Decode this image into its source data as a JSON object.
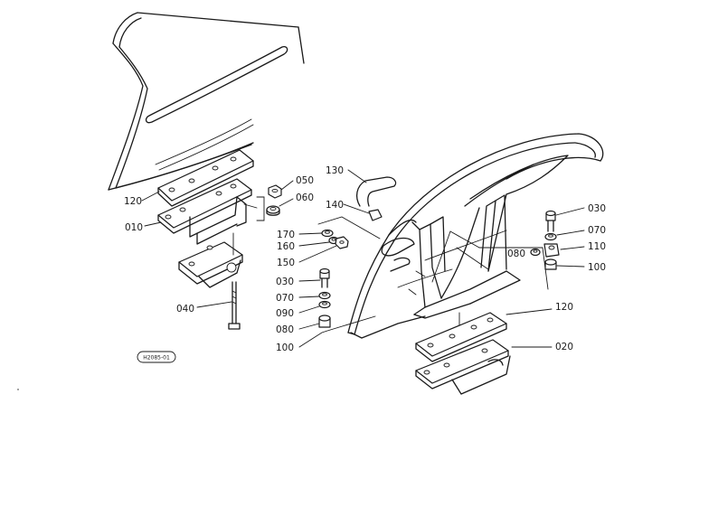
{
  "diagram_code": "H2085-01",
  "callouts": {
    "c010": "010",
    "c120a": "120",
    "c040": "040",
    "c050": "050",
    "c060": "060",
    "c130": "130",
    "c140": "140",
    "c170": "170",
    "c160": "160",
    "c150": "150",
    "c030a": "030",
    "c070a": "070",
    "c090": "090",
    "c080a": "080",
    "c100a": "100",
    "c030b": "030",
    "c070b": "070",
    "c080b": "080",
    "c110": "110",
    "c100b": "100",
    "c120b": "120",
    "c020": "020"
  }
}
